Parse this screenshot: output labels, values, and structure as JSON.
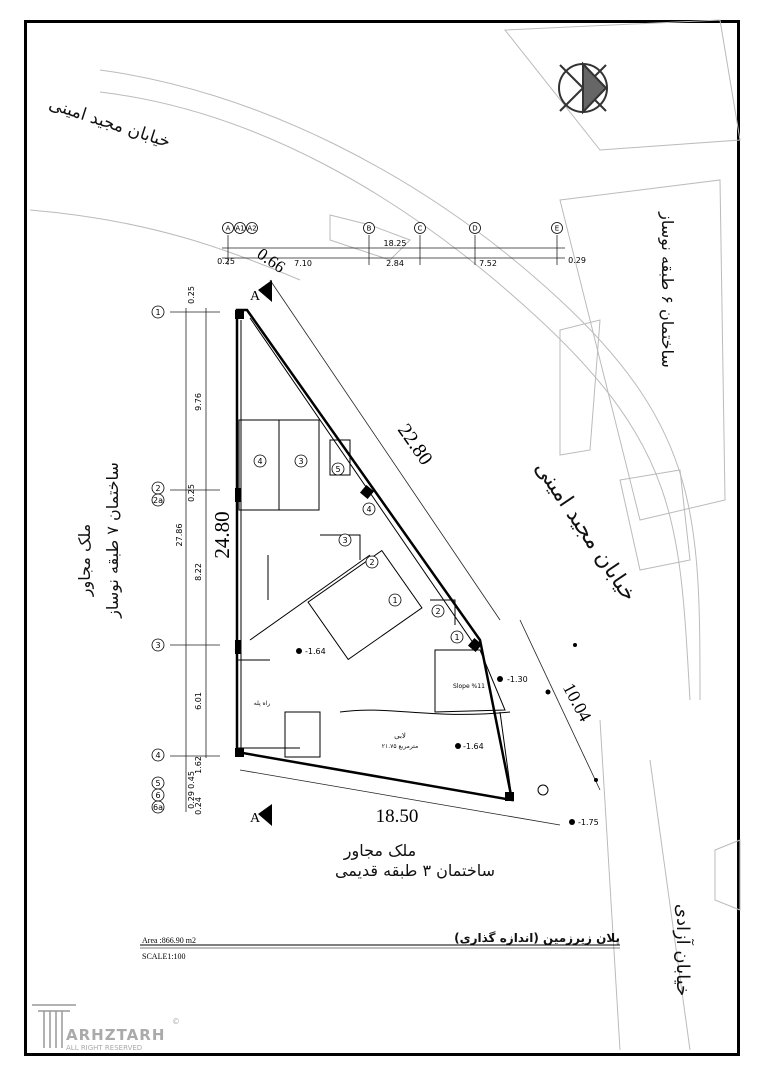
{
  "streets": {
    "street_top": "خیابان مجید امینی",
    "street_right": "خیابان مجید امینی",
    "street_bottom_right": "خیابان آزادی"
  },
  "neighbors": {
    "right_building": "ساختمان ۶ طبقه نوساز",
    "left_title": "ملک مجاور",
    "left_building": "ساختمان ۷ طبقه نوساز",
    "bottom_title": "ملک مجاور",
    "bottom_building": "ساختمان ۳ طبقه قدیمی"
  },
  "grid_axes": {
    "columns": [
      "A",
      "A1",
      "A2",
      "B",
      "C",
      "D",
      "E"
    ],
    "rows": [
      "1",
      "2",
      "2a",
      "3",
      "4",
      "5",
      "6",
      "6a"
    ]
  },
  "top_dimensions": {
    "overall": "18.25",
    "segments": [
      "0.25",
      "7.10",
      "2.84",
      "7.52",
      "0.29"
    ]
  },
  "left_dimensions": {
    "overall": "27.86",
    "segments": [
      "0.25",
      "9.76",
      "0.25",
      "8.22",
      "6.01",
      "1.62",
      "0.45",
      "0.29",
      "0.24"
    ]
  },
  "site_dimensions": {
    "top_edge": "0.66",
    "diagonal": "22.80",
    "left_side": "24.80",
    "bottom": "18.50",
    "right_short": "10.04"
  },
  "levels": {
    "main": "-1.64",
    "lobby_level": "-1.64",
    "ramp_end": "-1.30",
    "bottom_right": "-1.75",
    "slope": "Slope %11"
  },
  "room_labels": {
    "lobby": "لابی",
    "lobby_area": "۲۱.۷۵ مترمربع",
    "stair": "راه پله"
  },
  "room_numbers": [
    "4",
    "3",
    "5",
    "4",
    "3",
    "2",
    "1",
    "2",
    "1"
  ],
  "section_marker": "A",
  "title": {
    "plan_title": "پلان زیرزمین (اندازه گذاری)",
    "area": "Area :866.90 m2",
    "scale": "SCALE1:100"
  },
  "logo": {
    "brand": "ARHZTARH",
    "tagline": "ALL RIGHT RESERVED",
    "mark": "©"
  }
}
